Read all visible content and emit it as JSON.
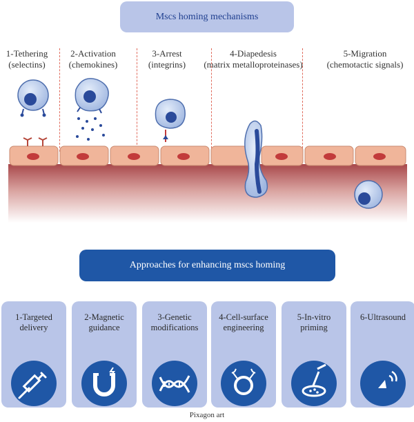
{
  "title": "Mscs homing mechanisms",
  "steps": [
    {
      "name": "1-Tethering",
      "sub": "(selectins)"
    },
    {
      "name": "2-Activation",
      "sub": "(chemokines)"
    },
    {
      "name": "3-Arrest",
      "sub": "(integrins)"
    },
    {
      "name": "4-Diapedesis",
      "sub": "(matrix metalloproteinases)"
    },
    {
      "name": "5-Migration",
      "sub": "(chemotactic signals)"
    }
  ],
  "approaches_title": "Approaches for enhancing mscs homing",
  "approaches": [
    {
      "label": "1-Targeted\ndelivery",
      "icon": "syringe-icon"
    },
    {
      "label": "2-Magnetic\nguidance",
      "icon": "magnet-icon"
    },
    {
      "label": "3-Genetic\nmodifications",
      "icon": "dna-icon"
    },
    {
      "label": "4-Cell-surface\nengineering",
      "icon": "cell-surface-icon"
    },
    {
      "label": "5-In-vitro\npriming",
      "icon": "petri-dish-icon"
    },
    {
      "label": "6-Ultrasound",
      "icon": "ultrasound-icon"
    }
  ],
  "credit": "Pixagon art",
  "colors": {
    "title_box": "#b9c5e8",
    "banner": "#1f57a6",
    "icon_circle": "#1f57a6",
    "endothelium": "#f0b59a",
    "nucleus": "#c23b3b",
    "msc_cell": "#b7cbec"
  }
}
